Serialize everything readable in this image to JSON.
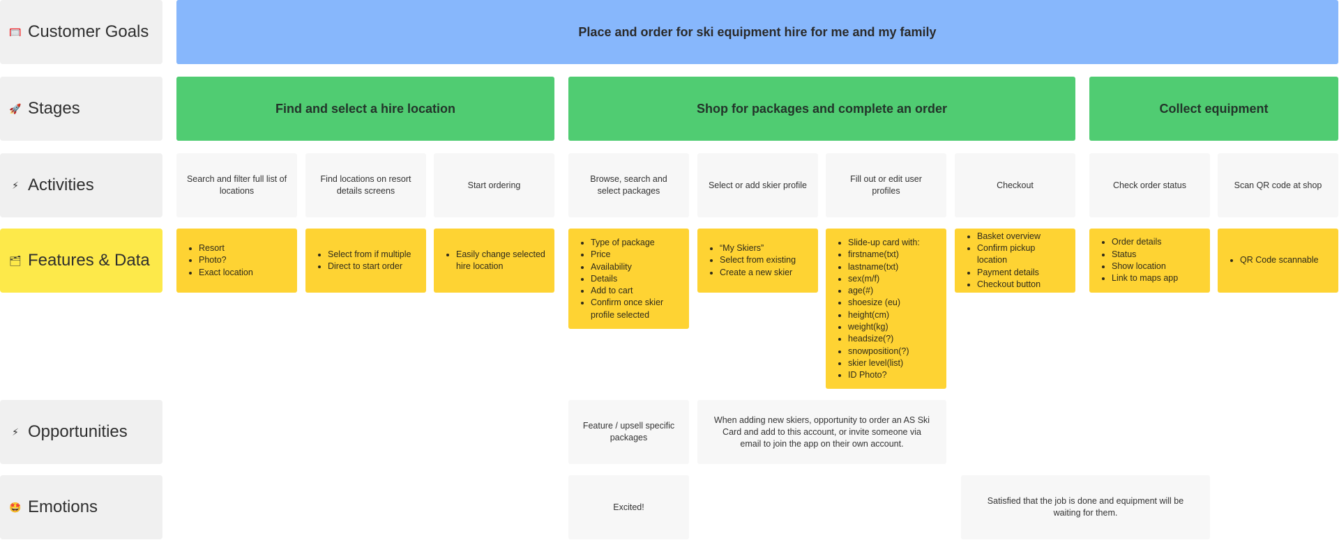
{
  "rows": {
    "goals": {
      "emoji": "🥅",
      "label": "Customer Goals"
    },
    "stages": {
      "emoji": "🚀",
      "label": "Stages"
    },
    "activities": {
      "emoji": "⚡",
      "label": "Activities"
    },
    "features": {
      "emoji": "🗂",
      "label": "Features & Data"
    },
    "opportunities": {
      "emoji": "⚡",
      "label": "Opportunities"
    },
    "emotions": {
      "emoji": "🤩",
      "label": "Emotions"
    }
  },
  "goal": "Place and order for ski equipment hire for me and my family",
  "stages": [
    "Find and select a hire location",
    "Shop for packages and complete an order",
    "Collect equipment"
  ],
  "activities": [
    "Search and filter full list of locations",
    "Find locations on resort details screens",
    "Start ordering",
    "Browse, search and select packages",
    "Select or add skier profile",
    "Fill out or edit user profiles",
    "Checkout",
    "Check order status",
    "Scan QR code at shop"
  ],
  "features": [
    [
      "Resort",
      "Photo?",
      "Exact location"
    ],
    [
      "Select from if multiple",
      "Direct to start order"
    ],
    [
      "Easily change selected hire location"
    ],
    [
      "Type of package",
      "Price",
      "Availability",
      "Details",
      "Add to cart",
      "Confirm once skier profile selected"
    ],
    [
      "“My Skiers”",
      "Select from existing",
      "Create a new skier"
    ],
    [
      "Slide-up card with:",
      "firstname(txt)",
      "lastname(txt)",
      "sex(m/f)",
      "age(#)",
      "shoesize (eu)",
      "height(cm)",
      "weight(kg)",
      "headsize(?)",
      "snowposition(?)",
      "skier level(list)",
      "ID Photo?"
    ],
    [
      "Basket overview",
      "Confirm pickup location",
      "Payment details",
      "Checkout button"
    ],
    [
      "Order details",
      "Status",
      "Show location",
      "Link to maps app"
    ],
    [
      "QR Code scannable"
    ]
  ],
  "opportunities": [
    "Feature / upsell specific packages",
    "When adding new skiers, opportunity to order an AS Ski Card and add to this account, or invite someone via email to join the app on their own account."
  ],
  "emotions": [
    "Excited!",
    "Satisfied that the job is done and equipment will be waiting for them."
  ],
  "colors": {
    "goal": "#87b7fc",
    "stage": "#50cc72",
    "feature": "#fed333",
    "feature_label": "#fde94a",
    "card": "#f7f7f7",
    "label": "#f0f0f0"
  }
}
